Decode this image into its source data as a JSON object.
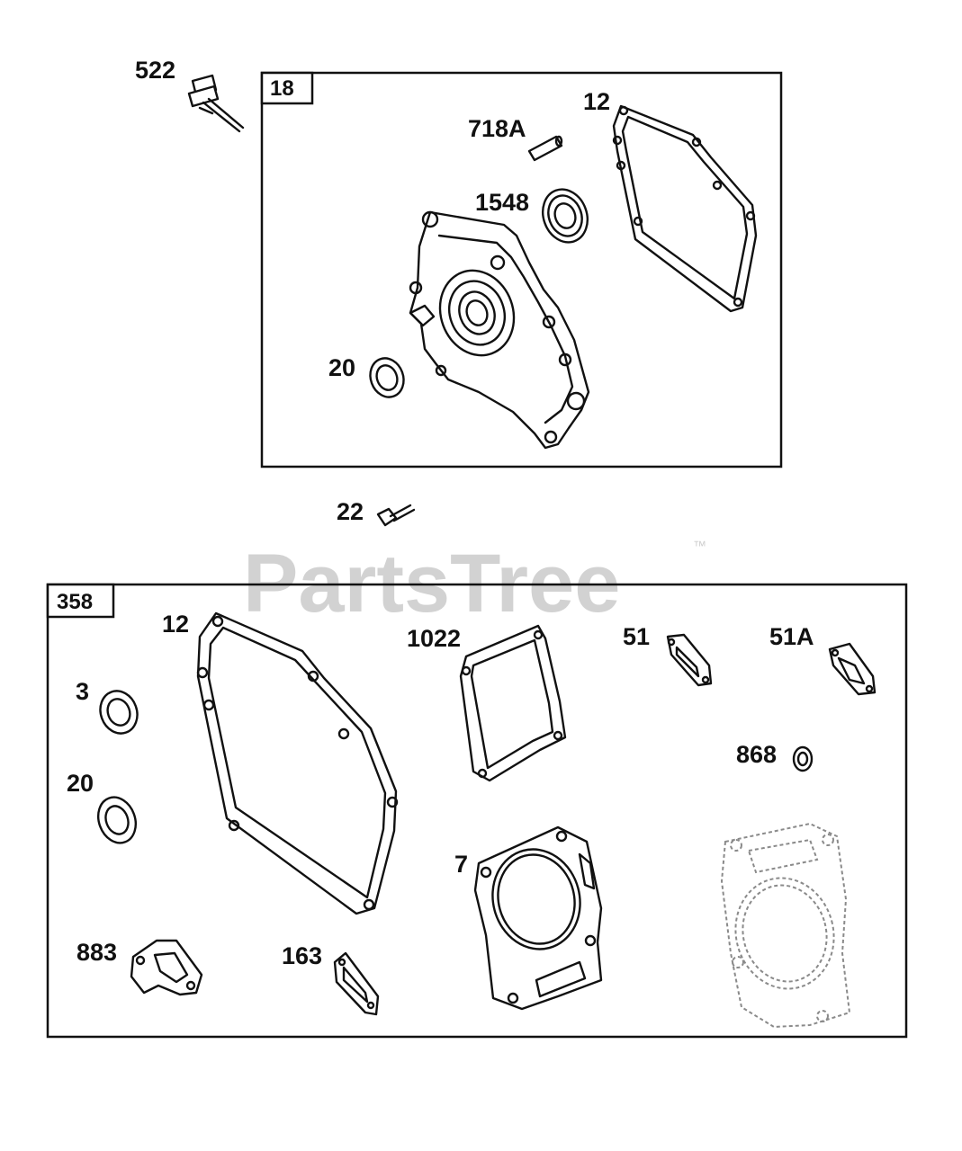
{
  "watermark": {
    "text": "PartsTree",
    "trademark": "™"
  },
  "groups": [
    {
      "id": "18",
      "label": "18"
    },
    {
      "id": "358",
      "label": "358"
    }
  ],
  "callouts": {
    "p522": "522",
    "p12_top": "12",
    "p718A": "718A",
    "p1548": "1548",
    "p20_top": "20",
    "p22": "22",
    "p12_bot": "12",
    "p1022": "1022",
    "p51": "51",
    "p51A": "51A",
    "p3": "3",
    "p868": "868",
    "p20_bot": "20",
    "p7": "7",
    "p883": "883",
    "p163": "163"
  }
}
